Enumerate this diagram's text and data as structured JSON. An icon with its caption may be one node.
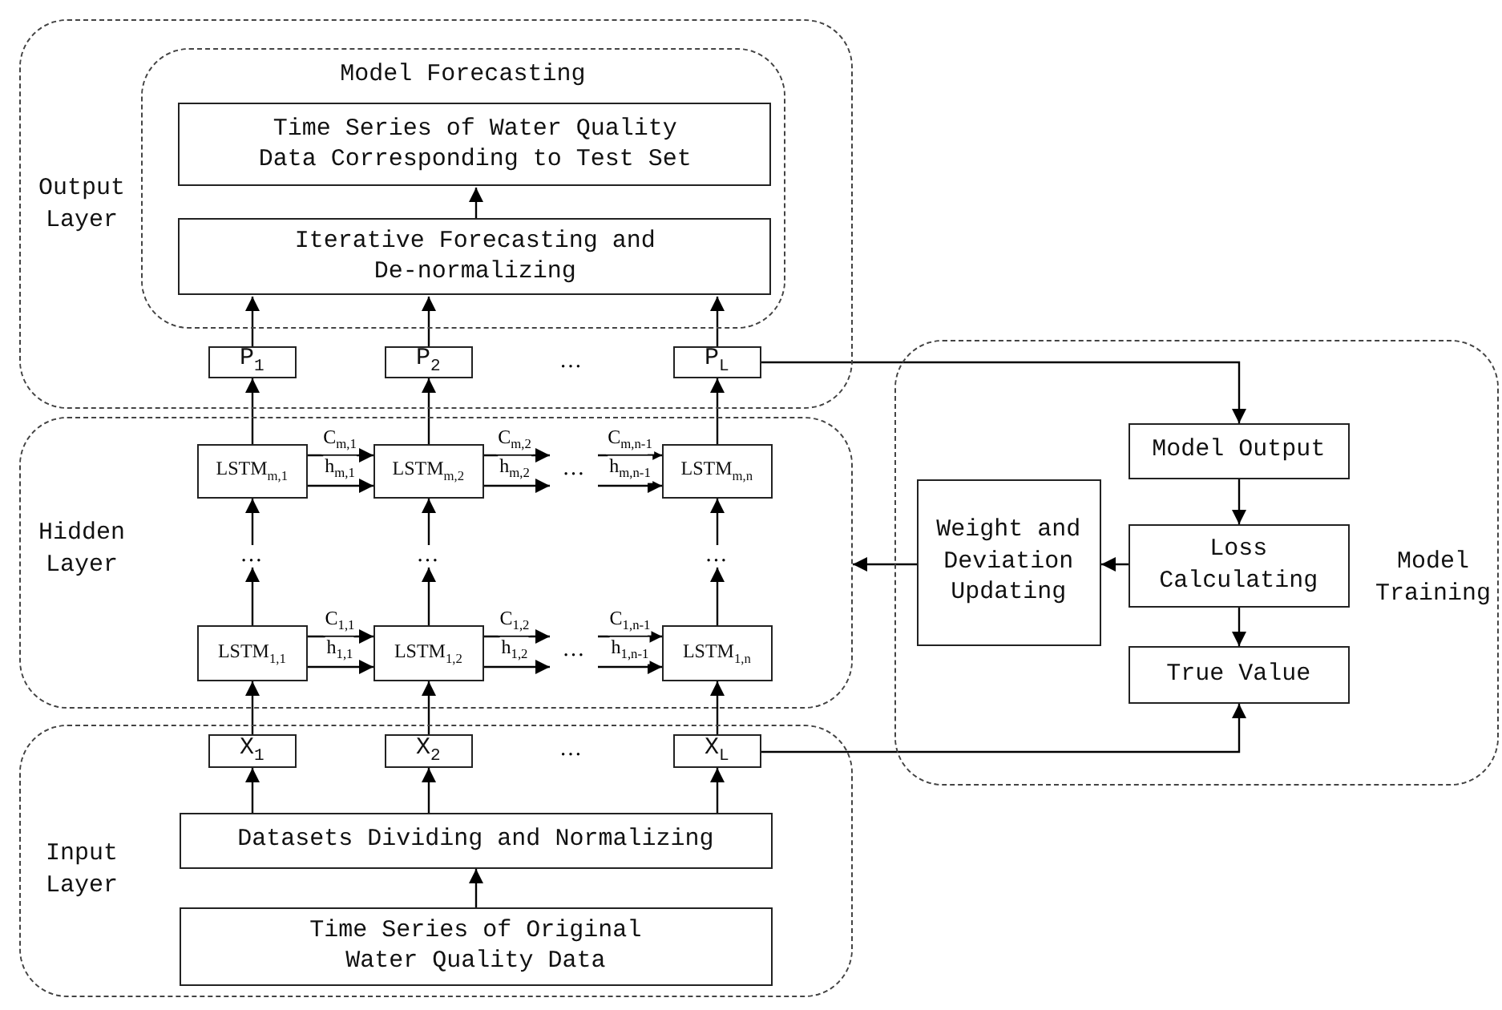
{
  "diagram": {
    "nodes": [
      {
        "text": [
          "Output Layer"
        ]
      },
      {
        "text": [
          "Model Forecasting"
        ],
        "in": 0
      },
      {
        "text": [
          "Time Series of Water Quality Data Corresponding to Test Set"
        ],
        "in": 1
      },
      {
        "text": [
          "Iterative Forecasting and De-normalizing"
        ],
        "in": 1
      },
      {
        "text": [
          "P$_{1}$"
        ],
        "in": 0
      },
      {
        "text": [
          "P$_{2}$"
        ],
        "in": 0
      },
      {
        "text": [
          "P$_{L}$"
        ],
        "in": 0
      },
      {
        "text": [
          "Hidden Layer"
        ]
      },
      {
        "text": [
          "LSTM$_{m,1}$"
        ],
        "in": 7
      },
      {
        "text": [
          "LSTM$_{m,2}$"
        ],
        "in": 7
      },
      {
        "text": [
          "…"
        ],
        "in": 7
      },
      {
        "text": [
          "LSTM$_{m,n}$"
        ],
        "in": 7
      },
      {
        "text": [
          "…"
        ],
        "in": 7
      },
      {
        "text": [
          "…"
        ],
        "in": 7
      },
      {
        "text": [
          "…"
        ],
        "in": 7
      },
      {
        "text": [
          "LSTM$_{1,1}$"
        ],
        "in": 7
      },
      {
        "text": [
          "LSTM$_{1,2}$"
        ],
        "in": 7
      },
      {
        "text": [
          "…"
        ],
        "in": 7
      },
      {
        "text": [
          "LSTM$_{1,n}$"
        ],
        "in": 7
      },
      {
        "text": [
          "Input Layer"
        ]
      },
      {
        "text": [
          "X$_{1}$"
        ],
        "in": 19
      },
      {
        "text": [
          "X$_{2}$"
        ],
        "in": 19
      },
      {
        "text": [
          "X$_{L}$"
        ],
        "in": 19
      },
      {
        "text": [
          "Datasets Dividing and Normalizing"
        ],
        "in": 19
      },
      {
        "text": [
          "Time Series of Original Water Quality Data"
        ],
        "in": 19
      },
      {
        "text": [
          "Model Training"
        ]
      },
      {
        "text": [
          "Model Output"
        ],
        "in": 25
      },
      {
        "text": [
          "Weight and Deviation Updating"
        ],
        "in": 25
      },
      {
        "text": [
          "Loss Calculating"
        ],
        "in": 25
      },
      {
        "text": [
          "True Value"
        ],
        "in": 25
      }
    ],
    "edges": [
      {
        "from": 3,
        "to": 2,
        "arrow": "to"
      },
      {
        "from": 4,
        "to": 3,
        "arrow": "to"
      },
      {
        "from": 5,
        "to": 3,
        "arrow": "to"
      },
      {
        "from": 6,
        "to": 3,
        "arrow": "to"
      },
      {
        "from": 8,
        "to": 4,
        "arrow": "to"
      },
      {
        "from": 9,
        "to": 5,
        "arrow": "to"
      },
      {
        "from": 11,
        "to": 6,
        "arrow": "to"
      },
      {
        "from": 8,
        "to": 9,
        "arrow": "to",
        "label": "C$_{m,1}$"
      },
      {
        "from": 8,
        "to": 9,
        "arrow": "to",
        "label": "h$_{m,1}$"
      },
      {
        "from": 9,
        "to": 10,
        "arrow": "to",
        "label": "C$_{m,2}$"
      },
      {
        "from": 9,
        "to": 10,
        "arrow": "to",
        "label": "h$_{m,2}$"
      },
      {
        "from": 10,
        "to": 11,
        "arrow": "to",
        "label": "C$_{m,n-1}$"
      },
      {
        "from": 10,
        "to": 11,
        "arrow": "to",
        "label": "h$_{m,n-1}$"
      },
      {
        "from": 12,
        "to": 8,
        "arrow": "to"
      },
      {
        "from": 13,
        "to": 9,
        "arrow": "to"
      },
      {
        "from": 14,
        "to": 11,
        "arrow": "to"
      },
      {
        "from": 15,
        "to": 12,
        "arrow": "to"
      },
      {
        "from": 16,
        "to": 13,
        "arrow": "to"
      },
      {
        "from": 18,
        "to": 14,
        "arrow": "to"
      },
      {
        "from": 15,
        "to": 16,
        "arrow": "to",
        "label": "C$_{1,1}$"
      },
      {
        "from": 15,
        "to": 16,
        "arrow": "to",
        "label": "h$_{1,1}$"
      },
      {
        "from": 16,
        "to": 17,
        "arrow": "to",
        "label": "C$_{1,2}$"
      },
      {
        "from": 16,
        "to": 17,
        "arrow": "to",
        "label": "h$_{1,2}$"
      },
      {
        "from": 17,
        "to": 18,
        "arrow": "to",
        "label": "C$_{1,n-1}$"
      },
      {
        "from": 17,
        "to": 18,
        "arrow": "to",
        "label": "h$_{1,n-1}$"
      },
      {
        "from": 20,
        "to": 15,
        "arrow": "to"
      },
      {
        "from": 21,
        "to": 16,
        "arrow": "to"
      },
      {
        "from": 22,
        "to": 18,
        "arrow": "to"
      },
      {
        "from": 23,
        "to": 20,
        "arrow": "to"
      },
      {
        "from": 23,
        "to": 21,
        "arrow": "to"
      },
      {
        "from": 23,
        "to": 22,
        "arrow": "to"
      },
      {
        "from": 24,
        "to": 23,
        "arrow": "to"
      },
      {
        "from": 6,
        "to": 26,
        "arrow": "to"
      },
      {
        "from": 22,
        "to": 29,
        "arrow": "to"
      },
      {
        "from": 26,
        "to": 28,
        "arrow": "to"
      },
      {
        "from": 28,
        "to": 29,
        "arrow": "to"
      },
      {
        "from": 28,
        "to": 27,
        "arrow": "to"
      },
      {
        "from": 27,
        "to": 7,
        "arrow": "to"
      }
    ],
    "labels": [
      "…",
      "…"
    ]
  }
}
